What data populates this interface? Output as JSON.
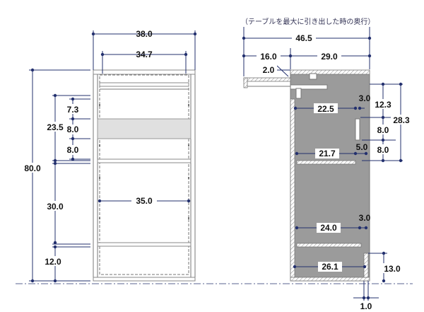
{
  "note_text": "（テーブルを最大に引き出した時の奥行）",
  "front_view": {
    "outer_width": "38.0",
    "inner_width": "34.7",
    "total_height": "80.0",
    "upper_section": "23.5",
    "top_gap": "7.3",
    "drawer_height": "8.0",
    "drawer_gap": "8.0",
    "middle_section": "30.0",
    "shelf_width": "35.0",
    "bottom_section": "12.0"
  },
  "side_view": {
    "max_depth": "46.5",
    "table_extension": "16.0",
    "body_depth": "29.0",
    "table_thickness": "2.0",
    "top_inner_depth": "22.5",
    "top_slot": "3.0",
    "top_step": "12.3",
    "right_height": "28.3",
    "upper_gap": "8.0",
    "lower_gap": "8.0",
    "upper_shelf_depth": "21.7",
    "upper_shelf_offset": "5.0",
    "middle_shelf_depth": "24.0",
    "middle_slot": "3.0",
    "bottom_depth": "26.1",
    "base_height": "13.0",
    "foot_width": "1.0"
  }
}
